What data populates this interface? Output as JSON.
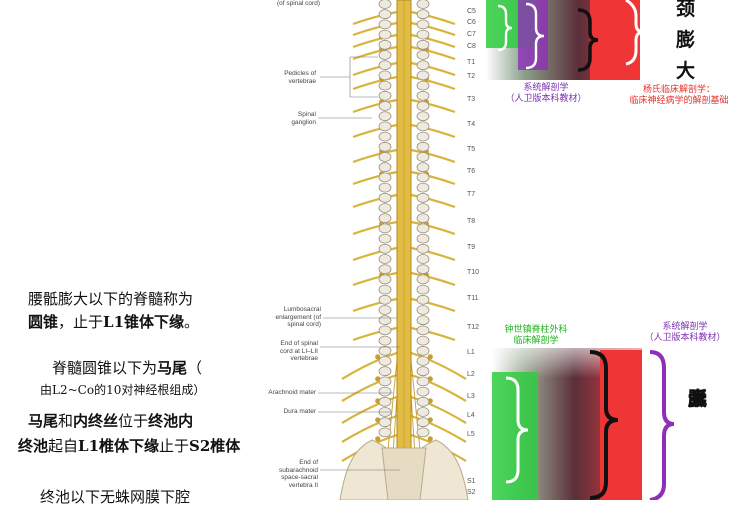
{
  "anatomy_labels": {
    "spinal_cord": "(of spinal cord)",
    "pedicles": "Pedicles of vertebrae",
    "spinal_ganglion": "Spinal ganglion",
    "lumbosacral": "Lumbosacral enlargement (of spinal cord)",
    "end_cord": "End of spinal cord at LI–LII vertebrae",
    "arachnoid": "Arachnoid mater",
    "dura": "Dura mater",
    "subarachnoid": "End of subarachnoid space-sacral vertebra II"
  },
  "vertebrae": [
    "C5",
    "C6",
    "C7",
    "C8",
    "T1",
    "T2",
    "T3",
    "T4",
    "T5",
    "T6",
    "T7",
    "T8",
    "T9",
    "T10",
    "T11",
    "T12",
    "L1",
    "L2",
    "L3",
    "L4",
    "L5",
    "S1",
    "S2"
  ],
  "cervical": {
    "title_chars": [
      "颈",
      "膨",
      "大"
    ],
    "source_left": "系统解剖学",
    "source_left_2": "（人卫版本科教材）",
    "source_right": "杨氏临床解剖学：",
    "source_right_2": "临床神经病学的解剖基础"
  },
  "lumbar": {
    "title_chars": [
      "腰",
      "骶",
      "膨",
      "大"
    ],
    "source_left": "钟世镇脊柱外科",
    "source_left_2": "临床解剖学",
    "source_right": "系统解剖学",
    "source_right_2": "（人卫版本科教材）"
  },
  "notes": {
    "line1": "腰骶膨大以下的脊髓称为",
    "line2a": "圆锥",
    "line2b": "，止于",
    "line2c": "L1锥体下缘",
    "line2d": "。",
    "line3a": "脊髓圆锥以下为",
    "line3b": "马尾",
    "line3c": "（",
    "line4": "由L2~Co的10对神经根组成）",
    "line5a": "马尾",
    "line5b": "和",
    "line5c": "内终丝",
    "line5d": "位于",
    "line5e": "终池内",
    "line6a": "终池",
    "line6b": "起自",
    "line6c": "L1椎体下缘",
    "line6d": "止于",
    "line6e": "S2椎体",
    "line7": "终池以下无蛛网膜下腔"
  },
  "colors": {
    "green": "#1ec81e",
    "purple": "#8a1fb5",
    "red": "#f0302e",
    "dark": "#5a2a2a",
    "cord": "#d9b43c"
  }
}
